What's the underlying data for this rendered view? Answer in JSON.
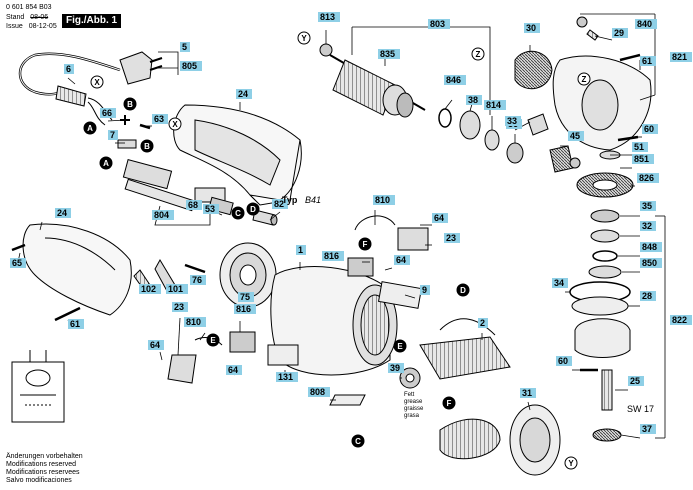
{
  "header": {
    "doc_number": "0 601 854 B03",
    "stand_label": "Stand",
    "stand_old_date": "08-06",
    "issue_label": "Issue",
    "issue_date": "08-12-05",
    "figure_label": "Fig./Abb. 1"
  },
  "colors": {
    "label_bg": "#8ecfe6",
    "line": "#000000",
    "part_fill": "#f2f2f2",
    "part_dark": "#4a4a4a"
  },
  "part_labels": [
    {
      "id": "p5",
      "text": "5"
    },
    {
      "id": "p805",
      "text": "805"
    },
    {
      "id": "p6",
      "text": "6"
    },
    {
      "id": "p66",
      "text": "66"
    },
    {
      "id": "p63",
      "text": "63"
    },
    {
      "id": "p7",
      "text": "7"
    },
    {
      "id": "p24a",
      "text": "24"
    },
    {
      "id": "p68",
      "text": "68"
    },
    {
      "id": "p53",
      "text": "53"
    },
    {
      "id": "p82",
      "text": "82"
    },
    {
      "id": "p804",
      "text": "804"
    },
    {
      "id": "p24b",
      "text": "24"
    },
    {
      "id": "p65",
      "text": "65"
    },
    {
      "id": "p102",
      "text": "102"
    },
    {
      "id": "p101",
      "text": "101"
    },
    {
      "id": "p76",
      "text": "76"
    },
    {
      "id": "p75",
      "text": "75"
    },
    {
      "id": "p61a",
      "text": "61"
    },
    {
      "id": "p813",
      "text": "813"
    },
    {
      "id": "p835",
      "text": "835"
    },
    {
      "id": "p803",
      "text": "803"
    },
    {
      "id": "p846",
      "text": "846"
    },
    {
      "id": "p38",
      "text": "38"
    },
    {
      "id": "p814",
      "text": "814"
    },
    {
      "id": "p36",
      "text": "36"
    },
    {
      "id": "p33",
      "text": "33"
    },
    {
      "id": "p30",
      "text": "30"
    },
    {
      "id": "p29",
      "text": "29"
    },
    {
      "id": "p840",
      "text": "840"
    },
    {
      "id": "p821",
      "text": "821"
    },
    {
      "id": "p61b",
      "text": "61"
    },
    {
      "id": "p60a",
      "text": "60"
    },
    {
      "id": "p51",
      "text": "51"
    },
    {
      "id": "p45",
      "text": "45"
    },
    {
      "id": "p851",
      "text": "851"
    },
    {
      "id": "p826",
      "text": "826"
    },
    {
      "id": "p810a",
      "text": "810"
    },
    {
      "id": "p64a",
      "text": "64"
    },
    {
      "id": "p23a",
      "text": "23"
    },
    {
      "id": "p816a",
      "text": "816"
    },
    {
      "id": "p64b",
      "text": "64"
    },
    {
      "id": "p1",
      "text": "1"
    },
    {
      "id": "p9",
      "text": "9"
    },
    {
      "id": "p810b",
      "text": "810"
    },
    {
      "id": "p816b",
      "text": "816"
    },
    {
      "id": "p23b",
      "text": "23"
    },
    {
      "id": "p64c",
      "text": "64"
    },
    {
      "id": "p64d",
      "text": "64"
    },
    {
      "id": "p131",
      "text": "131"
    },
    {
      "id": "p808",
      "text": "808"
    },
    {
      "id": "p2",
      "text": "2"
    },
    {
      "id": "p39",
      "text": "39"
    },
    {
      "id": "p31",
      "text": "31"
    },
    {
      "id": "p35",
      "text": "35"
    },
    {
      "id": "p32",
      "text": "32"
    },
    {
      "id": "p848",
      "text": "848"
    },
    {
      "id": "p850",
      "text": "850"
    },
    {
      "id": "p34",
      "text": "34"
    },
    {
      "id": "p28",
      "text": "28"
    },
    {
      "id": "p822",
      "text": "822"
    },
    {
      "id": "p60b",
      "text": "60"
    },
    {
      "id": "p25",
      "text": "25"
    },
    {
      "id": "p37",
      "text": "37"
    }
  ],
  "connectors": [
    {
      "id": "cX1",
      "text": "X"
    },
    {
      "id": "cX2",
      "text": "X"
    },
    {
      "id": "cB1",
      "text": "B"
    },
    {
      "id": "cB2",
      "text": "B"
    },
    {
      "id": "cA1",
      "text": "A"
    },
    {
      "id": "cA2",
      "text": "A"
    },
    {
      "id": "cC1",
      "text": "C"
    },
    {
      "id": "cC2",
      "text": "C"
    },
    {
      "id": "cD1",
      "text": "D"
    },
    {
      "id": "cD2",
      "text": "D"
    },
    {
      "id": "cE1",
      "text": "E"
    },
    {
      "id": "cE2",
      "text": "E"
    },
    {
      "id": "cF1",
      "text": "F"
    },
    {
      "id": "cF2",
      "text": "F"
    },
    {
      "id": "cY1",
      "text": "Y"
    },
    {
      "id": "cY2",
      "text": "Y"
    },
    {
      "id": "cZ1",
      "text": "Z"
    },
    {
      "id": "cZ2",
      "text": "Z"
    }
  ],
  "annotations": {
    "typ_label": "Typ",
    "typ_value": "B41",
    "grease": [
      "Fett",
      "grease",
      "graisse",
      "grasa"
    ],
    "sw": "SW 17"
  },
  "footer": {
    "lines": [
      "Änderungen vorbehalten",
      "Modifications reserved",
      "Modifications reservees",
      "Salvo modificaciones"
    ]
  }
}
